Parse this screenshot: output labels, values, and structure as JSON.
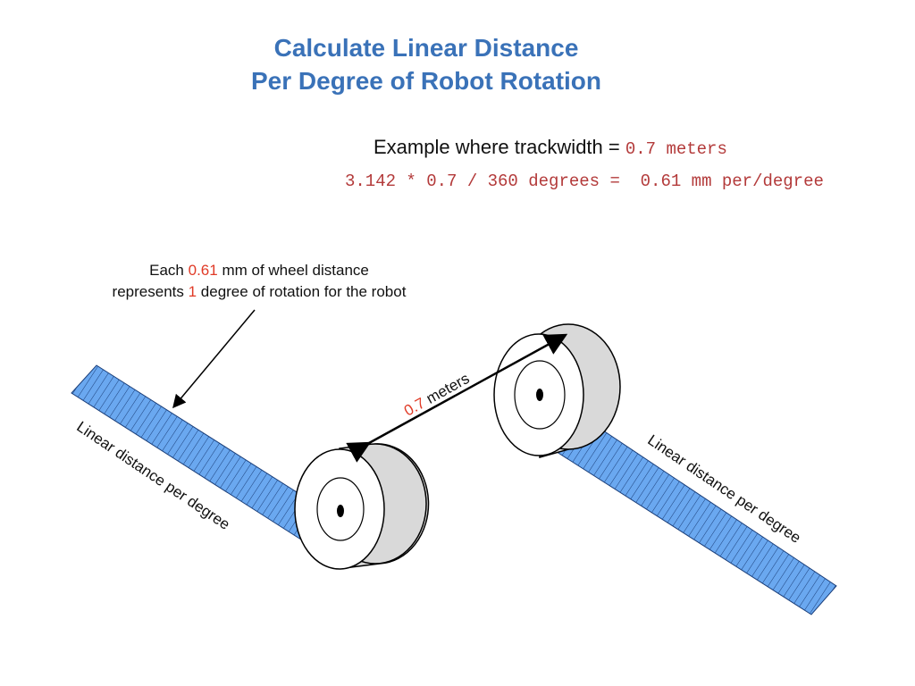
{
  "title": {
    "line1": "Calculate Linear Distance",
    "line2": "Per Degree of Robot Rotation"
  },
  "example": {
    "prefix": "Example where trackwidth = ",
    "value": "0.7 meters"
  },
  "formula": "3.142 * 0.7 / 360 degrees =  0.61 mm per/degree",
  "callout": {
    "line1_pre": "Each ",
    "line1_value": "0.61",
    "line1_post": " mm of wheel distance",
    "line2_pre": "represents ",
    "line2_value": "1",
    "line2_post": " degree of rotation for the robot"
  },
  "track_label": {
    "value": "0.7",
    "unit": " meters"
  },
  "strip_labels": {
    "left": "Linear distance per degree",
    "right": "Linear distance per degree"
  },
  "colors": {
    "title": "#3a72b8",
    "highlight": "#e03a26",
    "code": "#b33a3a",
    "strip_fill": "#6aa8f0",
    "wheel_side": "#d9d9d9"
  }
}
